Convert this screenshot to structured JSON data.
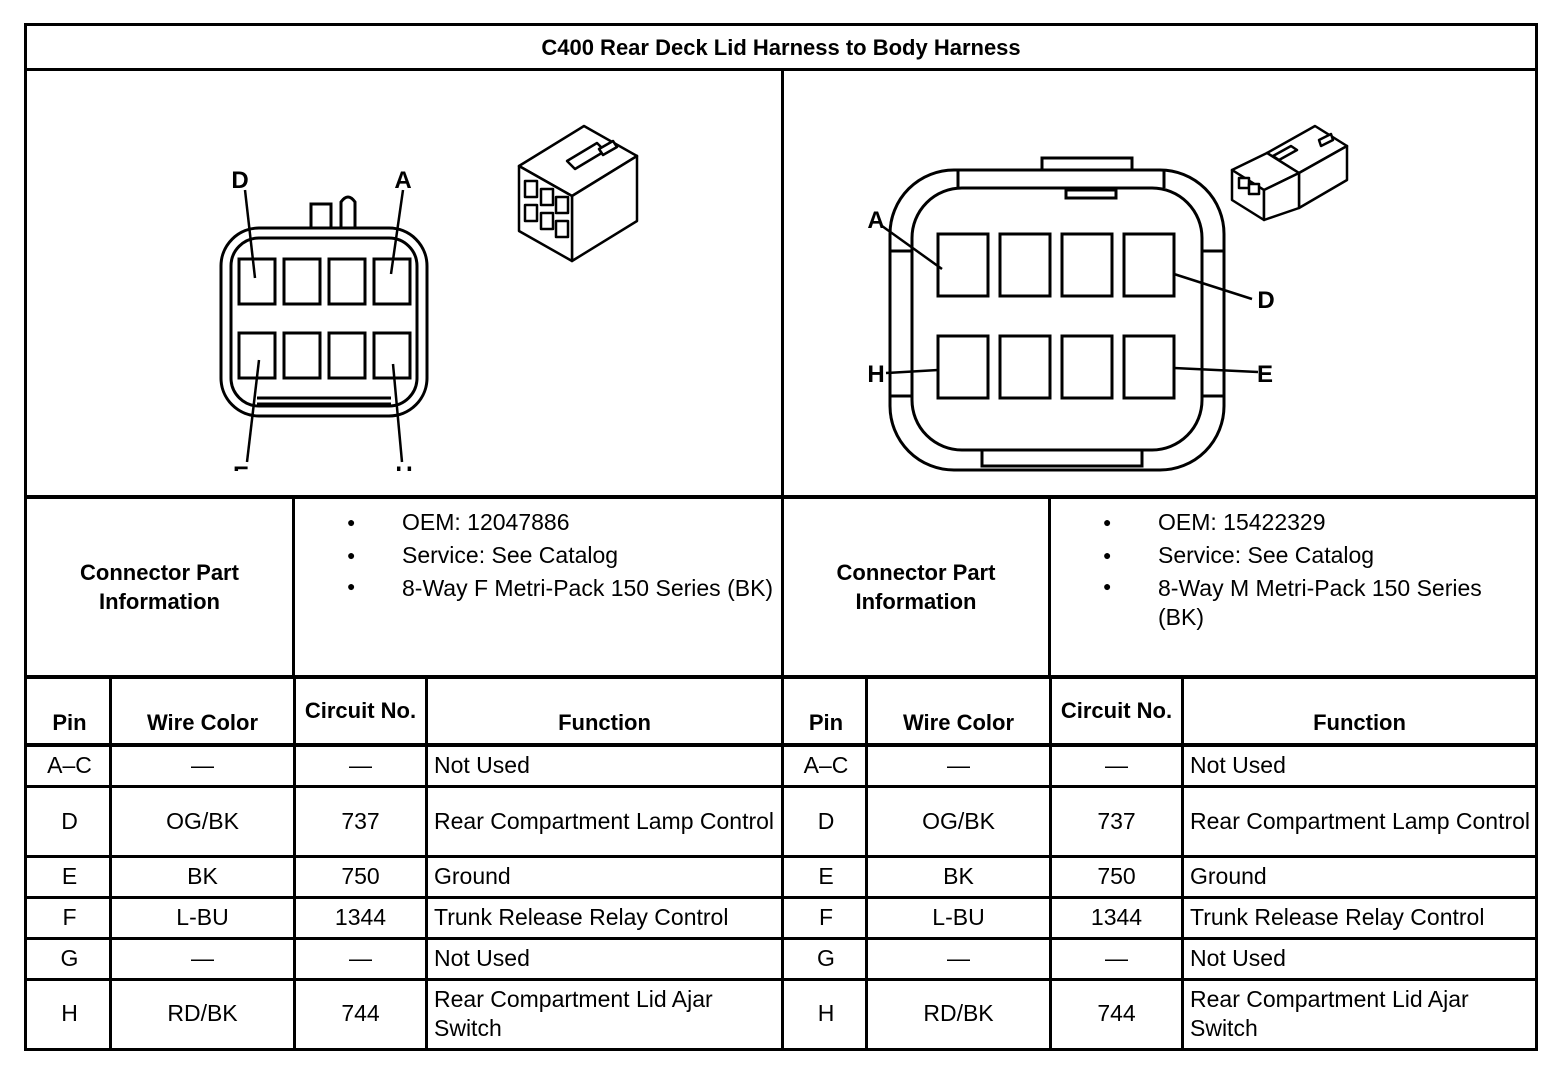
{
  "title": "C400 Rear Deck Lid Harness to Body Harness",
  "left_connector": {
    "pin_labels": [
      "D",
      "A",
      "E",
      "H"
    ],
    "part_info_label": "Connector Part Information",
    "part_info": [
      "OEM: 12047886",
      "Service: See Catalog",
      "8-Way F Metri-Pack 150 Series (BK)"
    ]
  },
  "right_connector": {
    "pin_labels": [
      "A",
      "D",
      "H",
      "E"
    ],
    "part_info_label": "Connector Part Information",
    "part_info": [
      "OEM: 15422329",
      "Service: See Catalog",
      "8-Way M Metri-Pack 150 Series (BK)"
    ]
  },
  "table": {
    "headers": {
      "pin": "Pin",
      "wire_color": "Wire Color",
      "circuit": "Circuit No.",
      "function": "Function"
    },
    "rows": [
      {
        "pin": "A–C",
        "wire_color": "—",
        "circuit": "—",
        "function": "Not Used"
      },
      {
        "pin": "D",
        "wire_color": "OG/BK",
        "circuit": "737",
        "function": "Rear Compartment Lamp Control"
      },
      {
        "pin": "E",
        "wire_color": "BK",
        "circuit": "750",
        "function": "Ground"
      },
      {
        "pin": "F",
        "wire_color": "L-BU",
        "circuit": "1344",
        "function": "Trunk Release Relay Control"
      },
      {
        "pin": "G",
        "wire_color": "—",
        "circuit": "—",
        "function": "Not Used"
      },
      {
        "pin": "H",
        "wire_color": "RD/BK",
        "circuit": "744",
        "function": "Rear Compartment Lid Ajar Switch"
      }
    ]
  }
}
